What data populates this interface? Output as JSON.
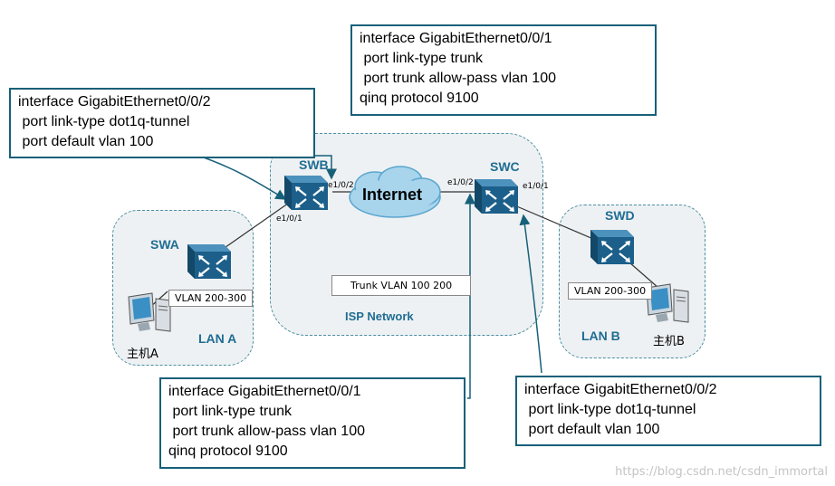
{
  "config_boxes": {
    "swb_top": [
      "interface GigabitEthernet0/0/1",
      " port link-type trunk",
      " port trunk allow-pass vlan 100",
      "qinq protocol 9100"
    ],
    "swb_left": [
      "interface GigabitEthernet0/0/2",
      " port link-type dot1q-tunnel",
      " port default vlan 100"
    ],
    "swc_bottom": [
      "interface GigabitEthernet0/0/1",
      " port link-type trunk",
      " port trunk allow-pass vlan 100",
      "qinq protocol 9100"
    ],
    "swd_bottom": [
      "interface GigabitEthernet0/0/2",
      " port link-type dot1q-tunnel",
      " port default vlan 100"
    ]
  },
  "devices": {
    "swa": "SWA",
    "swb": "SWB",
    "swc": "SWC",
    "swd": "SWD",
    "internet": "Internet"
  },
  "ports": {
    "swb_e102": "e1/0/2",
    "swb_e101": "e1/0/1",
    "swc_e102": "e1/0/2",
    "swc_e101": "e1/0/1"
  },
  "zones": {
    "lan_a": "LAN A",
    "lan_b": "LAN B",
    "isp": "ISP Network"
  },
  "vlan_labels": {
    "lan_a": "VLAN 200-300",
    "lan_b": "VLAN 200-300",
    "trunk": "Trunk VLAN 100 200"
  },
  "hosts": {
    "a": "主机A",
    "b": "主机B"
  },
  "watermark": "https://blog.csdn.net/csdn_immortal",
  "colors": {
    "accent": "#1f6d93",
    "box_border": "#17607a",
    "switch": "#1c5f8a"
  }
}
